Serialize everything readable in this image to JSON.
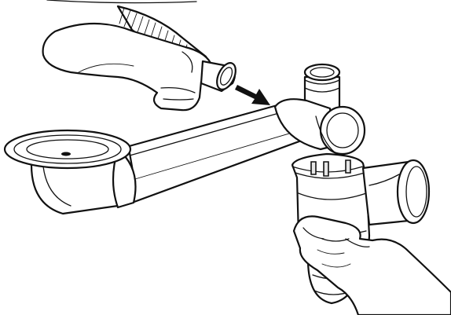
{
  "figure": {
    "subject": "sink-trap-assembly-instruction",
    "colors": {
      "line": "#111111",
      "fill": "#ffffff",
      "shade": "#e6e6e6"
    },
    "parts": [
      "corrugated-hose",
      "hose-end-cap",
      "insertion-arrow",
      "sink-drain-bowl",
      "horizontal-pipe",
      "pipe-elbow-connector",
      "vertical-inlet",
      "bottle-trap-body",
      "side-outlet",
      "hand-left",
      "hand-right"
    ]
  }
}
